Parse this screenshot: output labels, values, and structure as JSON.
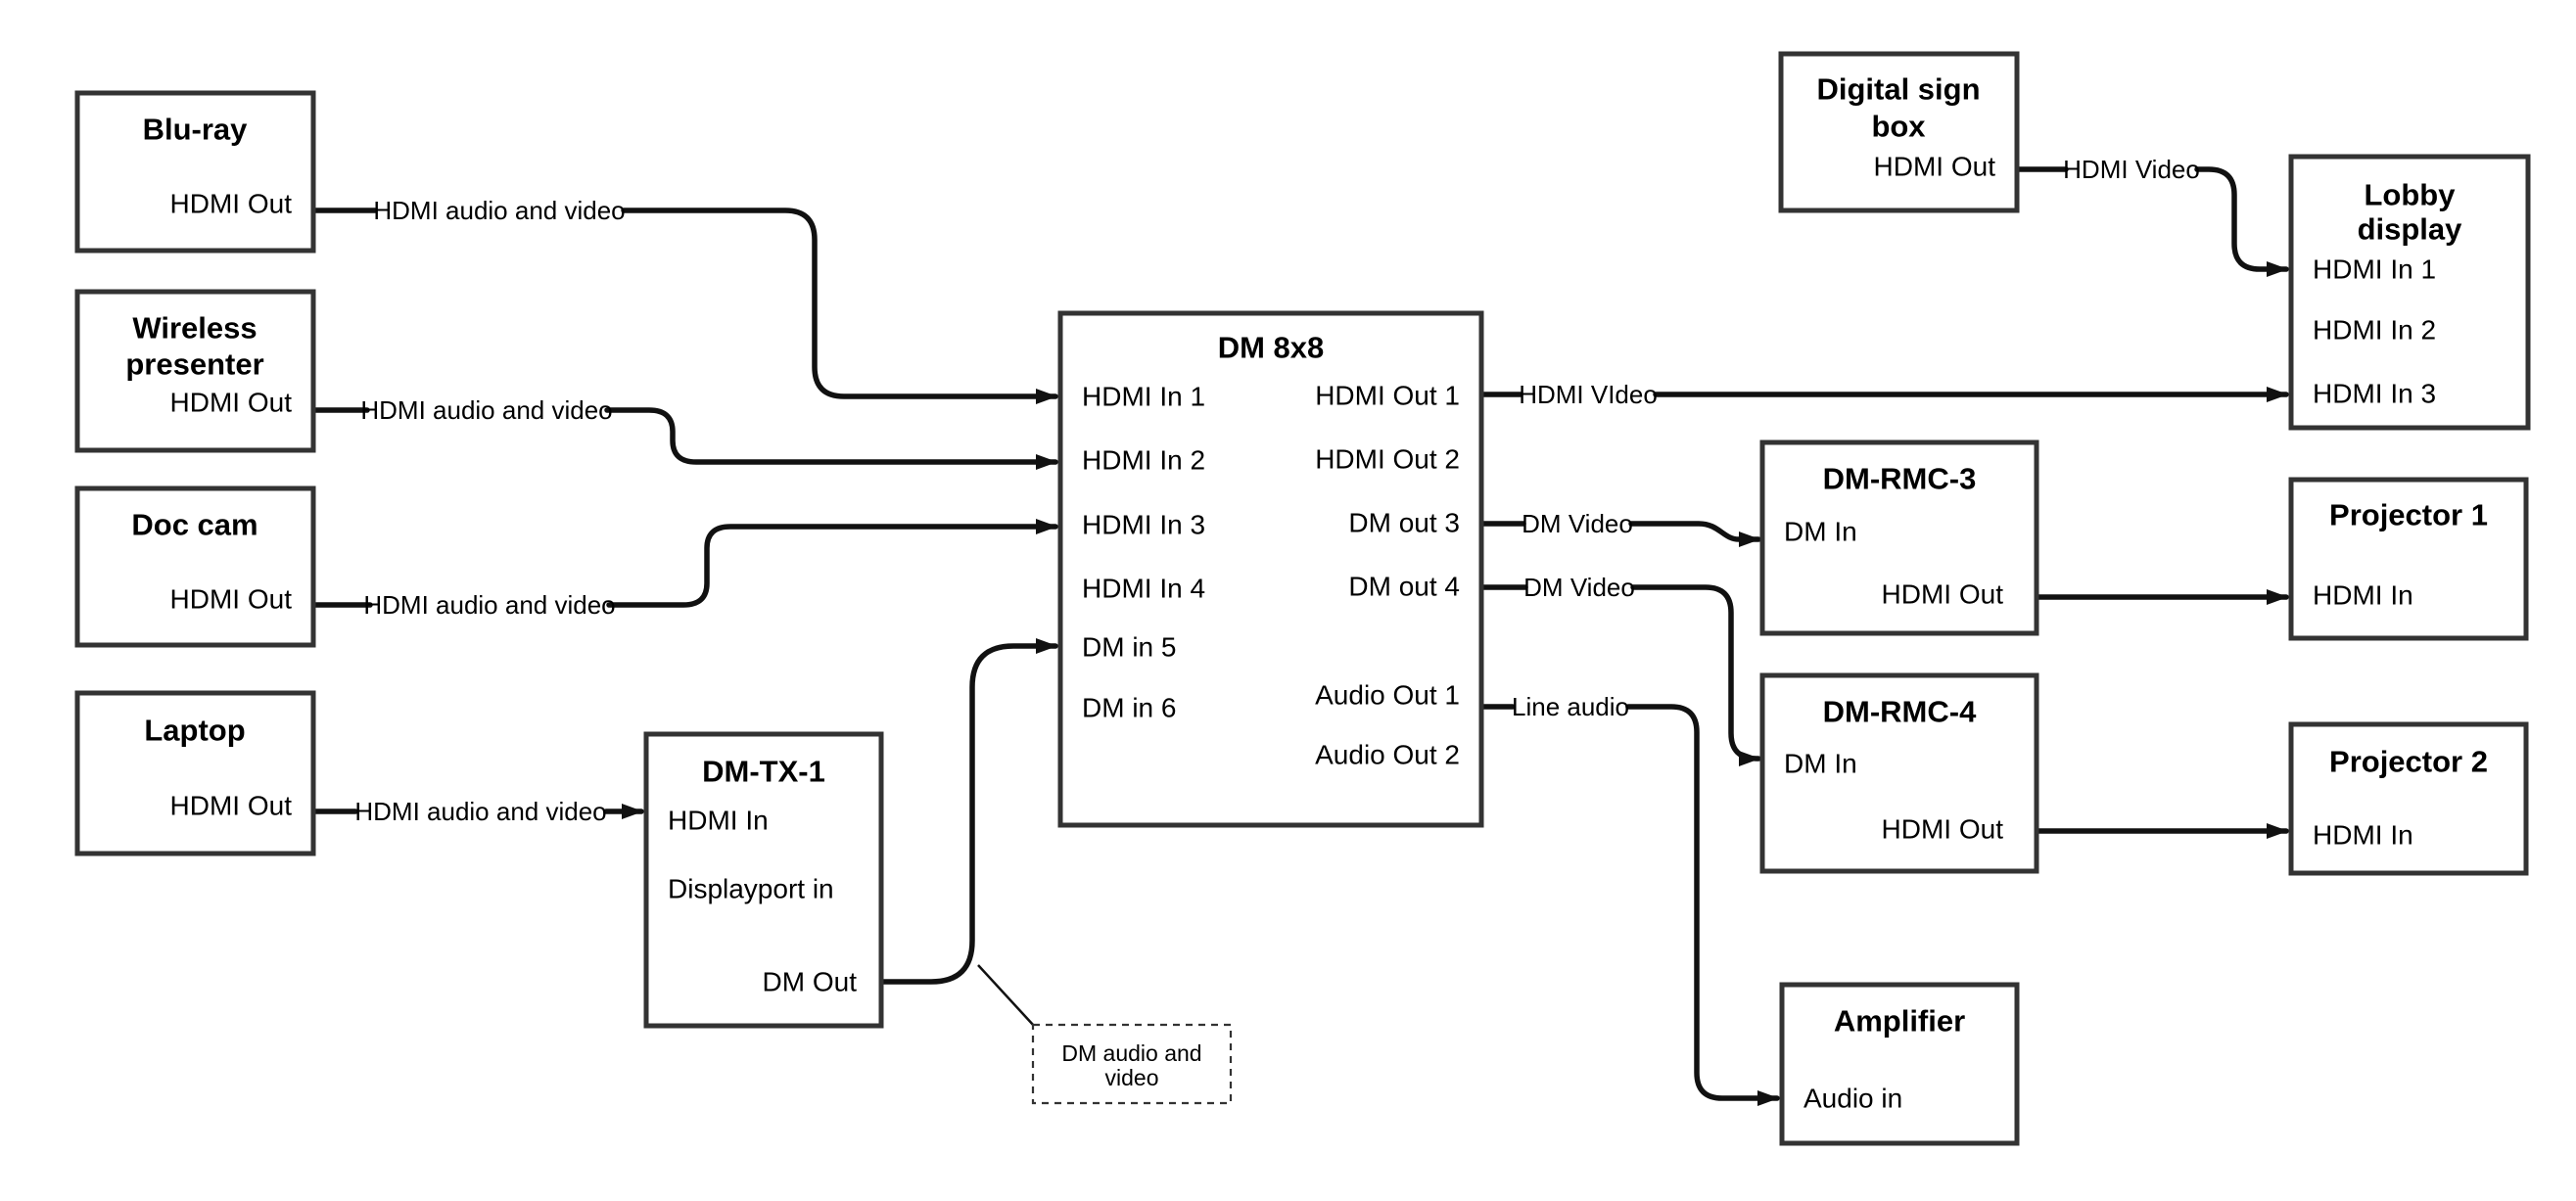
{
  "nodes": {
    "bluray": {
      "title": "Blu-ray",
      "port_out": "HDMI Out"
    },
    "wireless": {
      "title_line1": "Wireless",
      "title_line2": "presenter",
      "port_out": "HDMI Out"
    },
    "doccam": {
      "title": "Doc cam",
      "port_out": "HDMI Out"
    },
    "laptop": {
      "title": "Laptop",
      "port_out": "HDMI Out"
    },
    "dmtx1": {
      "title": "DM-TX-1",
      "ports": [
        "HDMI In",
        "Displayport in",
        "DM Out"
      ]
    },
    "dm8x8": {
      "title": "DM 8x8",
      "left_ports": [
        "HDMI In 1",
        "HDMI In 2",
        "HDMI In 3",
        "HDMI In 4",
        "DM in 5",
        "DM in 6"
      ],
      "right_ports": [
        "HDMI Out 1",
        "HDMI Out 2",
        "DM out 3",
        "DM out 4",
        "Audio Out 1",
        "Audio Out 2"
      ]
    },
    "signbox": {
      "title_line1": "Digital sign",
      "title_line2": "box",
      "port_out": "HDMI Out"
    },
    "lobby": {
      "title_line1": "Lobby",
      "title_line2": "display",
      "ports": [
        "HDMI In 1",
        "HDMI In 2",
        "HDMI In 3"
      ]
    },
    "rmc3": {
      "title": "DM-RMC-3",
      "port_in": "DM In",
      "port_out": "HDMI Out"
    },
    "proj1": {
      "title": "Projector 1",
      "port_in": "HDMI In"
    },
    "rmc4": {
      "title": "DM-RMC-4",
      "port_in": "DM In",
      "port_out": "HDMI Out"
    },
    "proj2": {
      "title": "Projector 2",
      "port_in": "HDMI In"
    },
    "amp": {
      "title": "Amplifier",
      "port_in": "Audio in"
    }
  },
  "wire_labels": {
    "bluray": "HDMI audio and video",
    "wireless": "HDMI audio and video",
    "doccam": "HDMI audio and video",
    "laptop": "HDMI audio and video",
    "hdmi_out_1": "HDMI VIdeo",
    "dm_out_3": "DM Video",
    "dm_out_4": "DM Video",
    "audio_out_1": "Line audio",
    "signbox": "HDMI Video"
  },
  "note": {
    "line1": "DM audio and",
    "line2": "video"
  },
  "colors": {
    "line": "#111111",
    "border": "#333333",
    "text": "#000000",
    "bg": "#ffffff"
  }
}
